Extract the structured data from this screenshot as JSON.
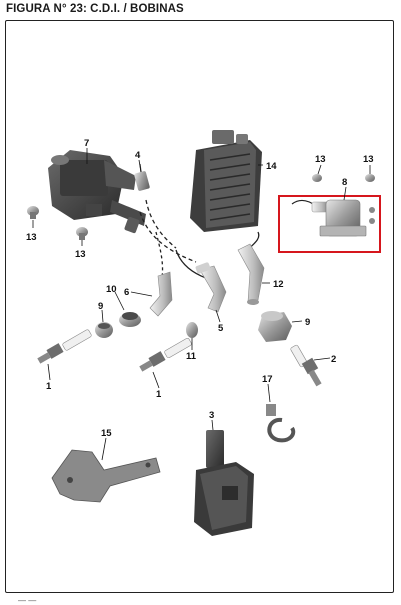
{
  "title": "FIGURA N° 23: C.D.I. / BOBINAS",
  "callouts": {
    "p1a": "1",
    "p1b": "1",
    "p2": "2",
    "p3": "3",
    "p4": "4",
    "p5": "5",
    "p6": "6",
    "p7": "7",
    "p8": "8",
    "p9a": "9",
    "p9b": "9",
    "p10": "10",
    "p11": "11",
    "p12": "12",
    "p13a": "13",
    "p13b": "13",
    "p13c": "13",
    "p13d": "13",
    "p14": "14",
    "p15": "15",
    "p17": "17"
  },
  "highlight": {
    "part": "8",
    "color": "#d6161d"
  }
}
